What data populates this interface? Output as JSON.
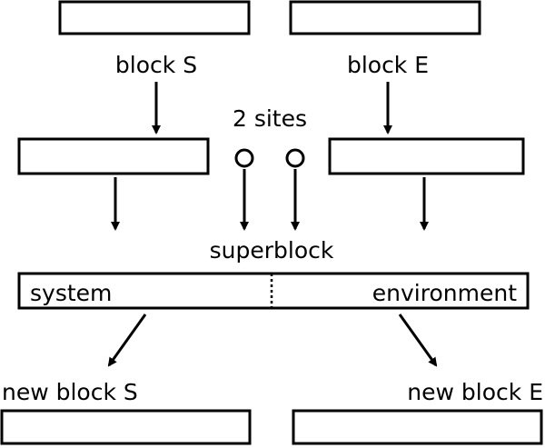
{
  "labels": {
    "block_s": "block S",
    "block_e": "block E",
    "two_sites": "2 sites",
    "superblock": "superblock",
    "system": "system",
    "environment": "environment",
    "new_block_s": "new block S",
    "new_block_e": "new block E"
  },
  "colors": {
    "stroke": "#000000",
    "background": "#ffffff"
  }
}
